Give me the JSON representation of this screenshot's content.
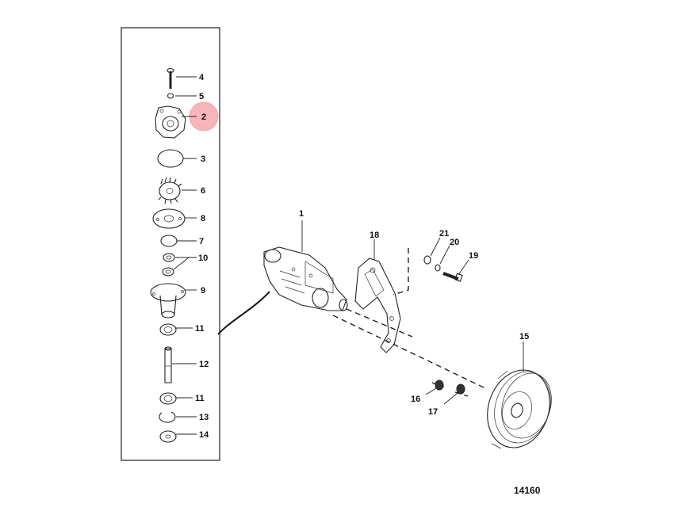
{
  "figure_number": "14160",
  "highlight_color": "#f4a8ad",
  "callouts": {
    "c4": "4",
    "c5": "5",
    "c2": "2",
    "c3": "3",
    "c6": "6",
    "c8": "8",
    "c7": "7",
    "c10": "10",
    "c9": "9",
    "c11a": "11",
    "c12": "12",
    "c11b": "11",
    "c13": "13",
    "c14": "14",
    "c1": "1",
    "c18": "18",
    "c21": "21",
    "c20": "20",
    "c19": "19",
    "c15": "15",
    "c16": "16",
    "c17": "17"
  }
}
